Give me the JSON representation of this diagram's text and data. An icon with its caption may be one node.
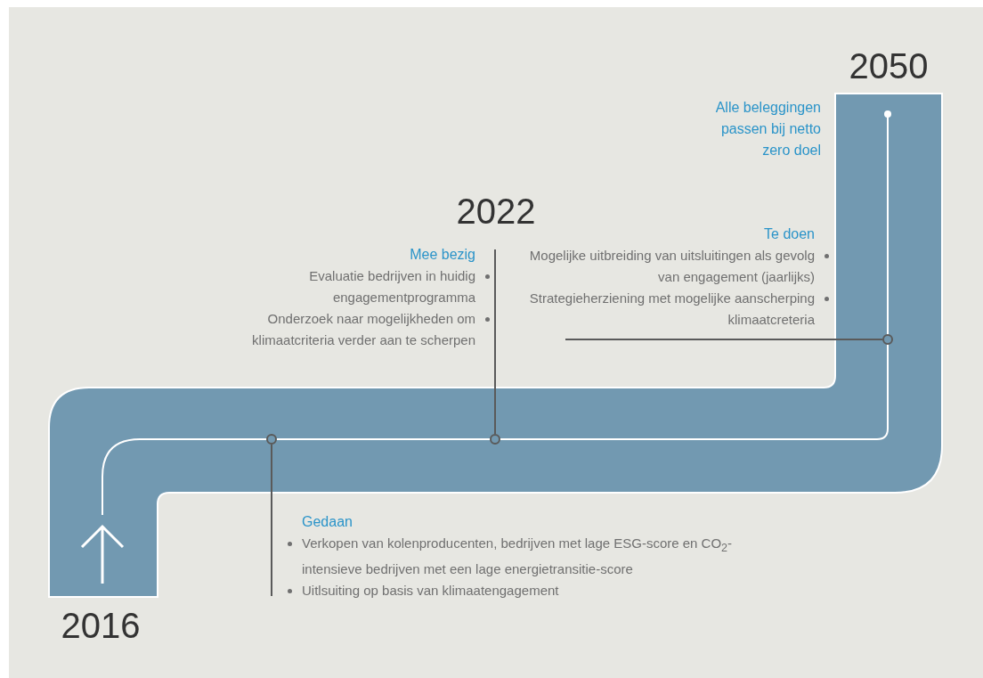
{
  "diagram": {
    "nodes": [
      {
        "text": [
          "Gedaan",
          "Verkopen van kolenproducenten, bedrijven met lage ESG-score en CO$_{2}$-intensieve bedrijven met een lage energietransitie-score",
          "Uitlsuiting op basis van klimaatengagement"
        ]
      },
      {
        "text": [],
        "shape": "circle"
      },
      {
        "text": [
          "Mee bezig",
          "Evaluatie bedrijven in huidig engagementprogramma",
          "Onderzoek naar mogelijkheden om klimaatcriteria verder aan te scherpen"
        ]
      },
      {
        "text": [],
        "shape": "circle"
      },
      {
        "text": [
          "Te doen",
          "Mogelijke uitbreiding van uitsluitingen als gevolg van engagement (jaarlijks)",
          "Strategieherziening met mogelijke aanscherping klimaatcreteria"
        ]
      },
      {
        "text": [],
        "shape": "circle"
      }
    ],
    "edges": [
      {
        "from": 0,
        "to": 1,
        "arrow": "none"
      },
      {
        "from": 2,
        "to": 3,
        "arrow": "none"
      },
      {
        "from": 4,
        "to": 5,
        "arrow": "none"
      }
    ],
    "labels": [
      "2050",
      "Alle beleggingen passen bij netto zero doel",
      "2022",
      "2016"
    ]
  }
}
